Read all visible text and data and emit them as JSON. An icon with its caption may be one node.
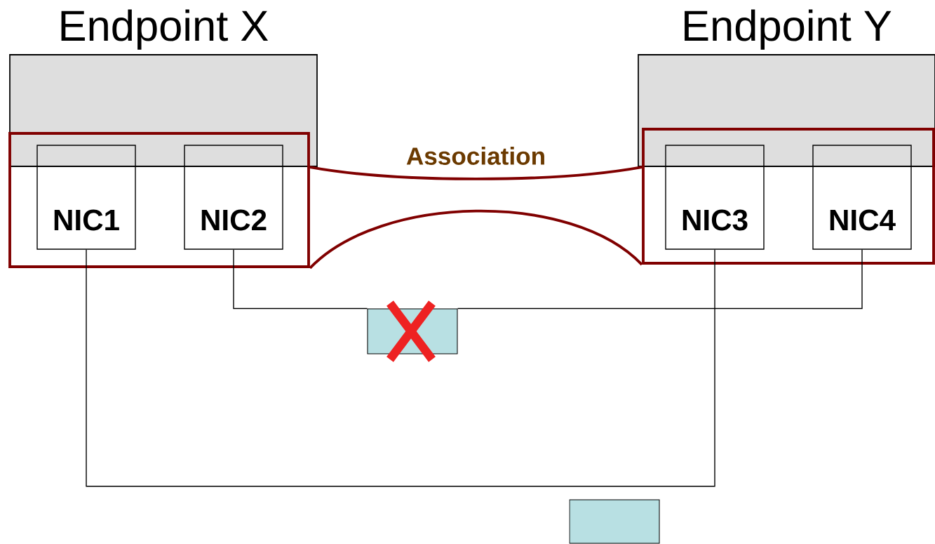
{
  "diagram": {
    "nodes": [
      {
        "text": [
          "Endpoint X"
        ]
      },
      {
        "text": [
          "Endpoint Y"
        ]
      },
      {
        "text": [
          "NIC1"
        ],
        "in": 6
      },
      {
        "text": [
          "NIC2"
        ],
        "in": 6
      },
      {
        "text": [
          "NIC3"
        ],
        "in": 7
      },
      {
        "text": [
          "NIC4"
        ],
        "in": 7
      },
      {
        "text": [],
        "shape": "box"
      },
      {
        "text": [],
        "shape": "box"
      },
      {
        "text": [],
        "shape": "box"
      },
      {
        "text": [],
        "shape": "box"
      }
    ],
    "edges": [
      {
        "from": 6,
        "to": 7,
        "arrow": "none",
        "label": "Association",
        "style": "thick",
        "color": "#800000"
      },
      {
        "from": 3,
        "to": 8,
        "arrow": "none"
      },
      {
        "from": 8,
        "to": 5,
        "arrow": "none"
      },
      {
        "from": 2,
        "to": 4,
        "arrow": "none"
      }
    ]
  }
}
